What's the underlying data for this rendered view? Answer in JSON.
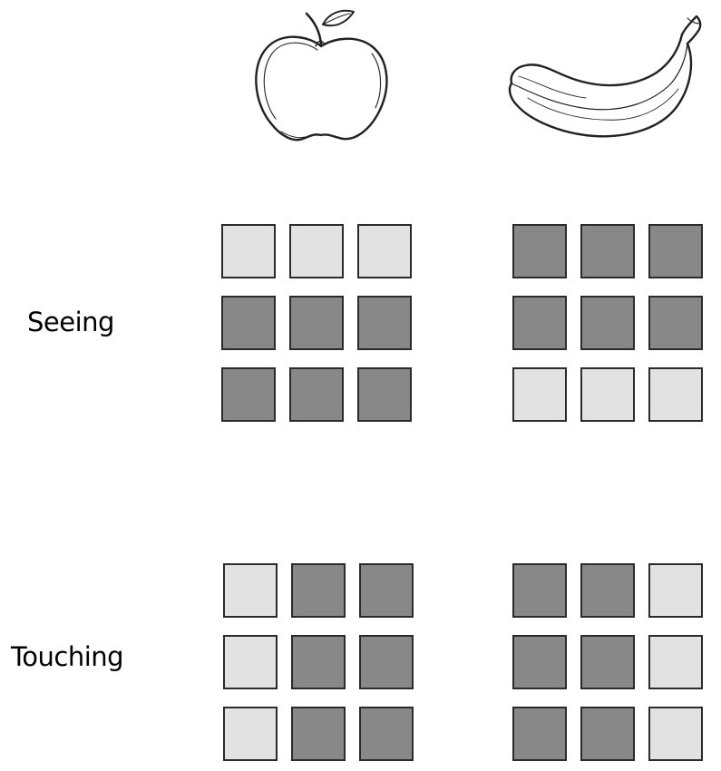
{
  "labels": {
    "seeing": "Seeing",
    "touching": "Touching"
  },
  "fruits": [
    {
      "name": "apple",
      "icon": "apple-icon"
    },
    {
      "name": "banana",
      "icon": "banana-icon"
    }
  ],
  "colors": {
    "dark": "#888888",
    "light": "#e2e2e2",
    "border": "#2b2b2b"
  },
  "patterns": {
    "seeing": {
      "apple": [
        [
          "light",
          "light",
          "light"
        ],
        [
          "dark",
          "dark",
          "dark"
        ],
        [
          "dark",
          "dark",
          "dark"
        ]
      ],
      "banana": [
        [
          "dark",
          "dark",
          "dark"
        ],
        [
          "dark",
          "dark",
          "dark"
        ],
        [
          "light",
          "light",
          "light"
        ]
      ]
    },
    "touching": {
      "apple": [
        [
          "light",
          "dark",
          "dark"
        ],
        [
          "light",
          "dark",
          "dark"
        ],
        [
          "light",
          "dark",
          "dark"
        ]
      ],
      "banana": [
        [
          "dark",
          "dark",
          "light"
        ],
        [
          "dark",
          "dark",
          "light"
        ],
        [
          "dark",
          "dark",
          "light"
        ]
      ]
    }
  }
}
